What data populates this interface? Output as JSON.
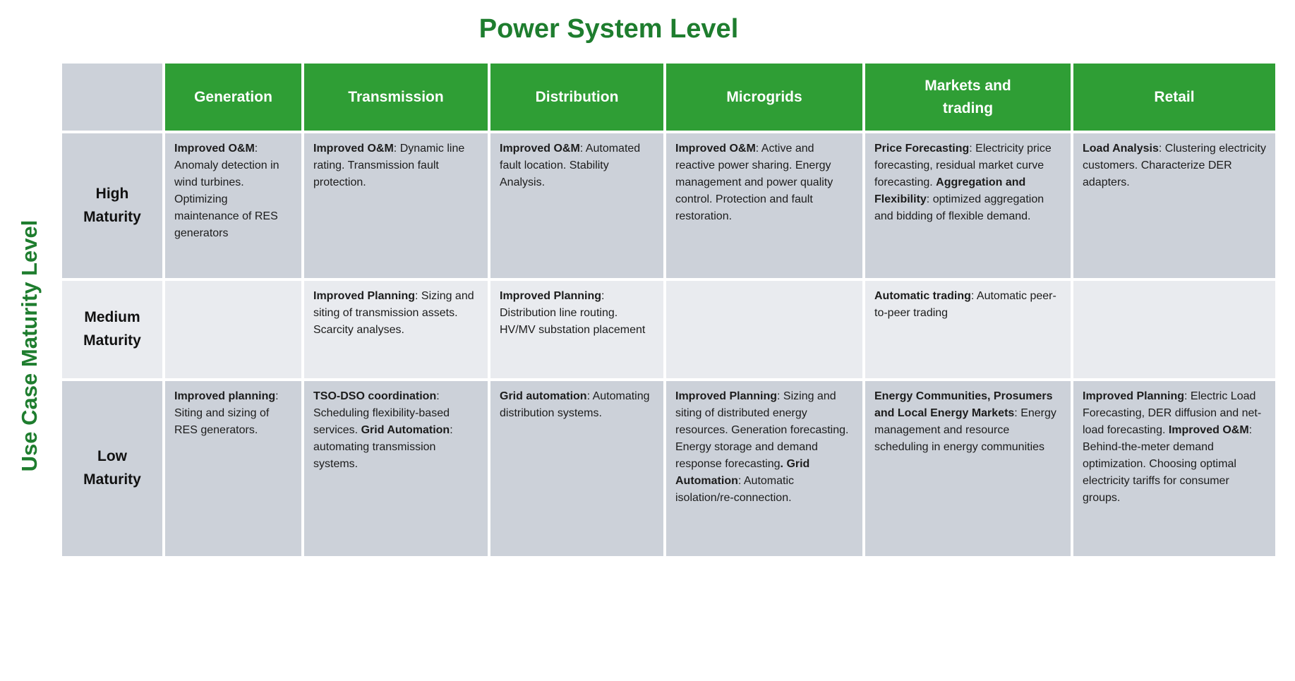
{
  "title": "Power System Level",
  "axis_label": "Use Case Maturity Level",
  "colors": {
    "header_green": "#2f9e35",
    "title_green": "#1e7d2e",
    "row_dark": "#ccd1d9",
    "row_light": "#e9ebef",
    "header_text": "#ffffff",
    "body_text": "#1c1c1c"
  },
  "table": {
    "corner_label": "",
    "column_headers": [
      "Generation",
      "Transmission",
      "Distribution",
      "Microgrids",
      "Markets and\ntrading",
      "Retail"
    ],
    "rows": [
      {
        "label": "High\nMaturity",
        "shade": "dark",
        "cells": [
          [
            {
              "b": 1,
              "t": "Improved O&M"
            },
            {
              "b": 0,
              "t": ": Anomaly detection in wind turbines. Optimizing maintenance of RES generators"
            }
          ],
          [
            {
              "b": 1,
              "t": "Improved O&M"
            },
            {
              "b": 0,
              "t": ": Dynamic line rating. Transmission fault protection."
            }
          ],
          [
            {
              "b": 1,
              "t": "Improved O&M"
            },
            {
              "b": 0,
              "t": ": Automated fault location. Stability Analysis."
            }
          ],
          [
            {
              "b": 1,
              "t": "Improved O&M"
            },
            {
              "b": 0,
              "t": ": Active and reactive power sharing. Energy management and power quality control. Protection and fault restoration."
            }
          ],
          [
            {
              "b": 1,
              "t": "Price Forecasting"
            },
            {
              "b": 0,
              "t": ": Electricity price forecasting, residual market curve forecasting. "
            },
            {
              "b": 1,
              "t": "Aggregation and Flexibility"
            },
            {
              "b": 0,
              "t": ": optimized aggregation and bidding of flexible demand."
            }
          ],
          [
            {
              "b": 1,
              "t": "Load Analysis"
            },
            {
              "b": 0,
              "t": ": Clustering electricity customers. Characterize DER adapters."
            }
          ]
        ]
      },
      {
        "label": "Medium\nMaturity",
        "shade": "light",
        "cells": [
          [],
          [
            {
              "b": 1,
              "t": "Improved Planning"
            },
            {
              "b": 0,
              "t": ": Sizing and siting of transmission assets. Scarcity analyses."
            }
          ],
          [
            {
              "b": 1,
              "t": "Improved Planning"
            },
            {
              "b": 0,
              "t": ": Distribution line routing. HV/MV substation placement"
            }
          ],
          [],
          [
            {
              "b": 1,
              "t": "Automatic trading"
            },
            {
              "b": 0,
              "t": ": Automatic peer-to-peer trading"
            }
          ],
          []
        ]
      },
      {
        "label": "Low\nMaturity",
        "shade": "dark",
        "cells": [
          [
            {
              "b": 1,
              "t": "Improved planning"
            },
            {
              "b": 0,
              "t": ": Siting and sizing of RES generators."
            }
          ],
          [
            {
              "b": 1,
              "t": "TSO-DSO coordination"
            },
            {
              "b": 0,
              "t": ": Scheduling flexibility-based services. "
            },
            {
              "b": 1,
              "t": "Grid Automation"
            },
            {
              "b": 0,
              "t": ": automating transmission systems."
            }
          ],
          [
            {
              "b": 1,
              "t": "Grid automation"
            },
            {
              "b": 0,
              "t": ": Automating distribution systems."
            }
          ],
          [
            {
              "b": 1,
              "t": "Improved Planning"
            },
            {
              "b": 0,
              "t": ": Sizing and siting of distributed energy resources. Generation forecasting. Energy storage and demand response forecasting"
            },
            {
              "b": 1,
              "t": "."
            },
            {
              "b": 0,
              "t": " "
            },
            {
              "b": 1,
              "t": "Grid Automation"
            },
            {
              "b": 0,
              "t": ": Automatic isolation/re-connection."
            }
          ],
          [
            {
              "b": 1,
              "t": "Energy Communities, Prosumers and Local Energy Markets"
            },
            {
              "b": 0,
              "t": ": Energy management and resource scheduling in energy communities"
            }
          ],
          [
            {
              "b": 1,
              "t": "Improved Planning"
            },
            {
              "b": 0,
              "t": ": Electric Load Forecasting, DER diffusion and net-load forecasting. "
            },
            {
              "b": 1,
              "t": "Improved O&M"
            },
            {
              "b": 0,
              "t": ": Behind-the-meter demand optimization. Choosing optimal electricity tariffs for consumer groups."
            }
          ]
        ]
      }
    ]
  }
}
